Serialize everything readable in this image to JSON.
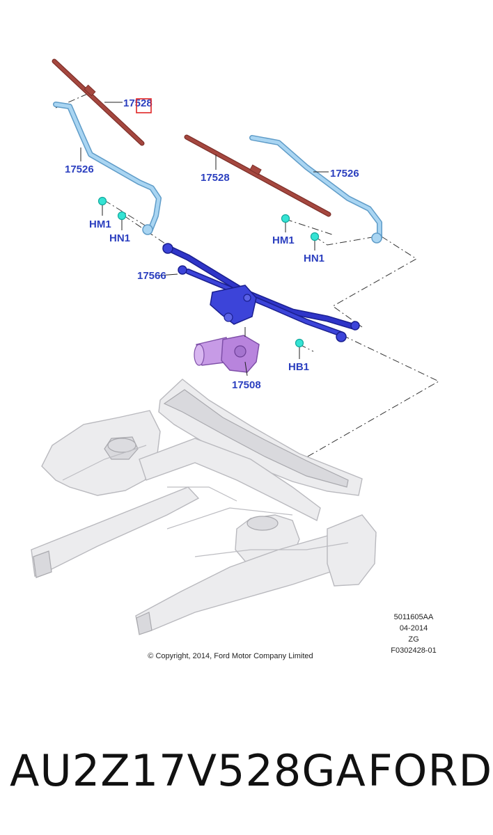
{
  "callouts": {
    "blade_left": "17528",
    "arm_left": "17526",
    "blade_right": "17528",
    "arm_right": "17526",
    "hm1_left": "HM1",
    "hn1_left": "HN1",
    "hm1_right": "HM1",
    "hn1_right": "HN1",
    "linkage": "17566",
    "motor": "17508",
    "hb1": "HB1"
  },
  "meta": {
    "code": "5011605AA",
    "date": "04-2014",
    "zg": "ZG",
    "ref": "F0302428-01"
  },
  "copyright": "© Copyright, 2014, Ford Motor Company Limited",
  "footer": {
    "part_number": "AU2Z17V528GA",
    "brand": "FORD"
  },
  "colors": {
    "blade": "#a5473f",
    "arm": "#8cc4ea",
    "linkage": "#2f35c8",
    "motor": "#b884dd",
    "fastener": "#35e3d4",
    "callout_text": "#2b3fbf",
    "highlight_box": "#e02424"
  }
}
